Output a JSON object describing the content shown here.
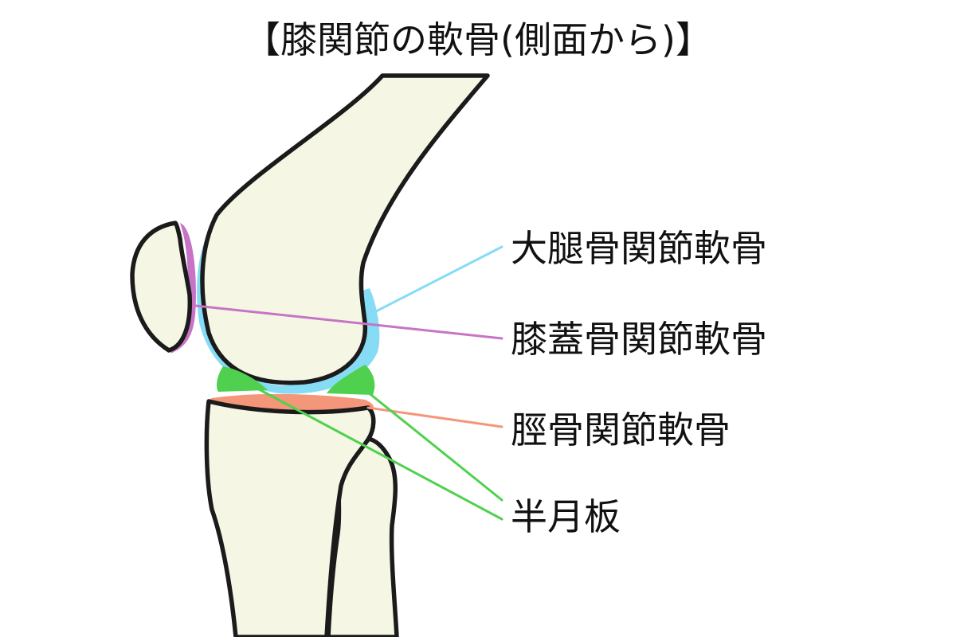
{
  "title": "【膝関節の軟骨(側面から)】",
  "labels": {
    "femoral_cartilage": "大腿骨関節軟骨",
    "patellar_cartilage": "膝蓋骨関節軟骨",
    "tibial_cartilage": "脛骨関節軟骨",
    "meniscus": "半月板"
  },
  "colors": {
    "bone_fill": "#f5f7e4",
    "outline": "#1b1b1b",
    "femoral_cartilage": "#86dcf5",
    "patellar_cartilage": "#c774c7",
    "tibial_cartilage": "#f4967a",
    "meniscus": "#4fd14f"
  },
  "bones": [
    "femur",
    "patella",
    "tibia",
    "fibula"
  ]
}
